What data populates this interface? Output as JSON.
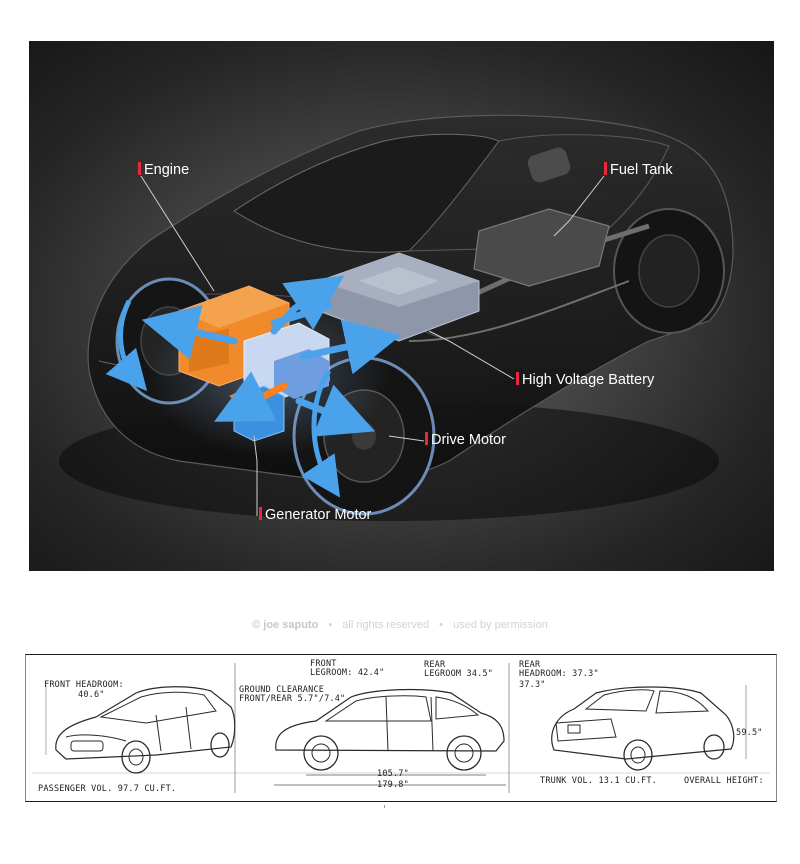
{
  "callouts": {
    "engine": "Engine",
    "fuel_tank": "Fuel Tank",
    "battery": "High Voltage Battery",
    "drive_motor": "Drive Motor",
    "generator_motor": "Generator Motor"
  },
  "credit": {
    "author": "© joe saputo",
    "rights": "all rights reserved",
    "permission": "used by permission",
    "separator": "•"
  },
  "sketch": {
    "front_headroom_label": "FRONT HEADROOM:",
    "front_headroom_value": "40.6\"",
    "passenger_volume": "PASSENGER VOL. 97.7 CU.FT.",
    "front_legroom_label_1": "FRONT",
    "front_legroom_label_2": "LEGROOM: 42.4\"",
    "ground_clearance_1": "GROUND CLEARANCE",
    "ground_clearance_2": "FRONT/REAR 5.7\"/7.4\"",
    "rear_legroom_label_1": "REAR",
    "rear_legroom_label_2": "LEGROOM 34.5\"",
    "wheelbase": "105.7\"",
    "length": "179.8\"",
    "rear_headroom_label_1": "REAR",
    "rear_headroom_label_2": "HEADROOM: 37.3\"",
    "rear_headroom_value": "37.3\"",
    "height_value": "59.5\"",
    "trunk_volume": "TRUNK VOL. 13.1 CU.FT.",
    "overall_height": "OVERALL HEIGHT:"
  },
  "colors": {
    "engine_orange": "#f08a2a",
    "hybrid_blue": "#3d8fe0",
    "battery_gray": "#9aa3b5",
    "callout_red": "#e8283c",
    "arrow_blue": "#4aa3ea"
  }
}
